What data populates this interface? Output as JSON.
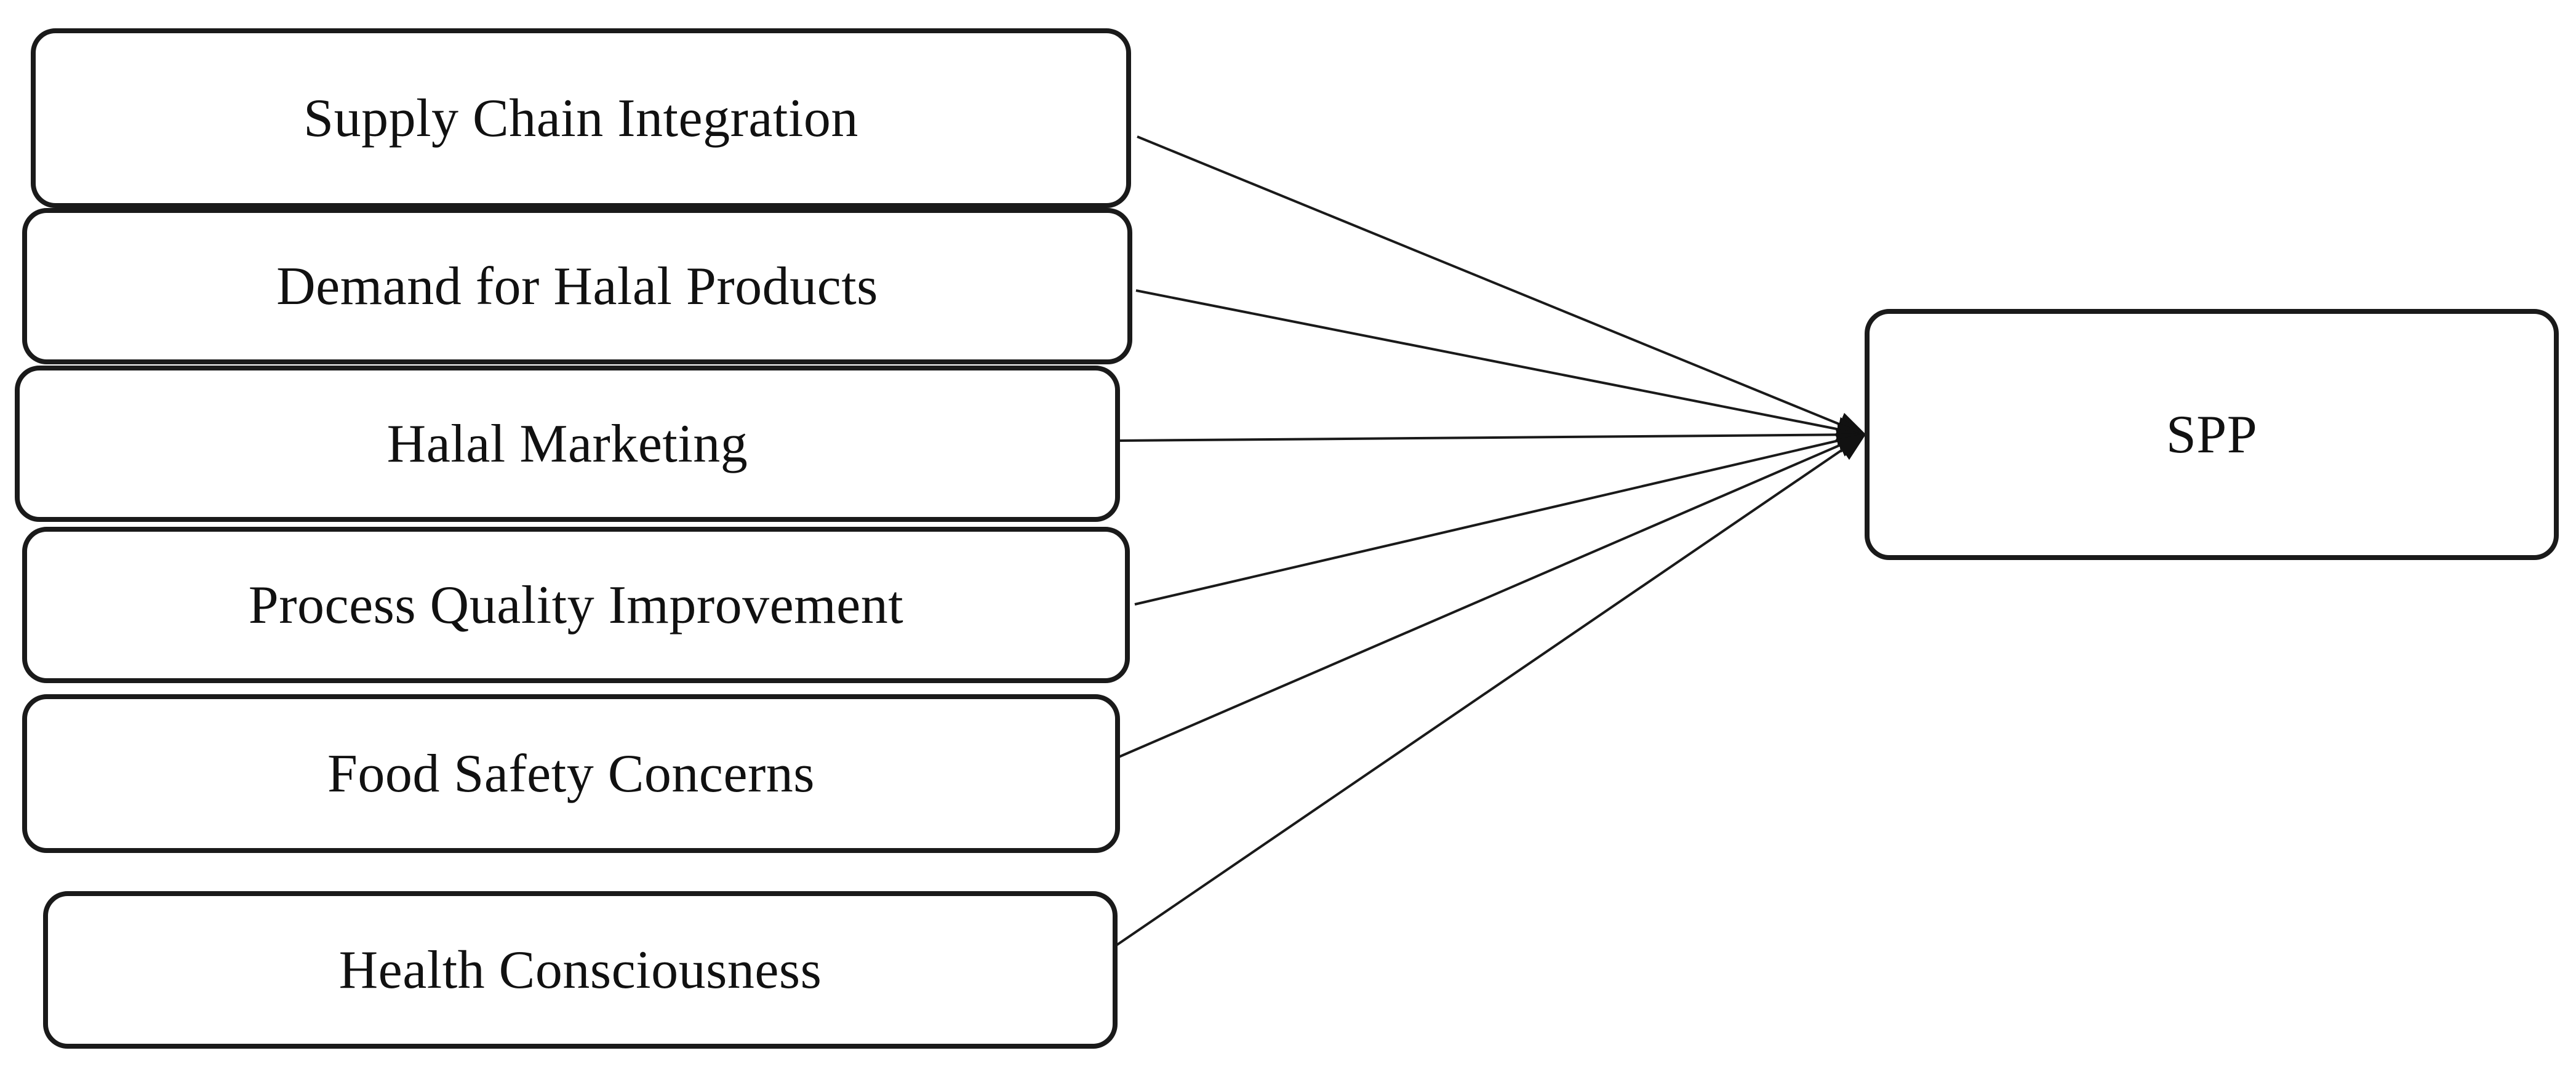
{
  "diagram": {
    "predictors": [
      {
        "id": "sci",
        "label": "Supply Chain Integration"
      },
      {
        "id": "dhp",
        "label": "Demand for Halal Products"
      },
      {
        "id": "hm",
        "label": "Halal Marketing"
      },
      {
        "id": "pqi",
        "label": "Process Quality Improvement"
      },
      {
        "id": "fsc",
        "label": "Food Safety Concerns"
      },
      {
        "id": "hc",
        "label": "Health Consciousness"
      }
    ],
    "outcome": {
      "id": "spp",
      "label": "SPP"
    },
    "edges": [
      {
        "from": "sci",
        "to": "spp"
      },
      {
        "from": "dhp",
        "to": "spp"
      },
      {
        "from": "hm",
        "to": "spp"
      },
      {
        "from": "pqi",
        "to": "spp"
      },
      {
        "from": "fsc",
        "to": "spp"
      },
      {
        "from": "hc",
        "to": "spp"
      }
    ],
    "colors": {
      "stroke": "#1a1a1a",
      "text": "#111111",
      "background": "#ffffff"
    }
  }
}
